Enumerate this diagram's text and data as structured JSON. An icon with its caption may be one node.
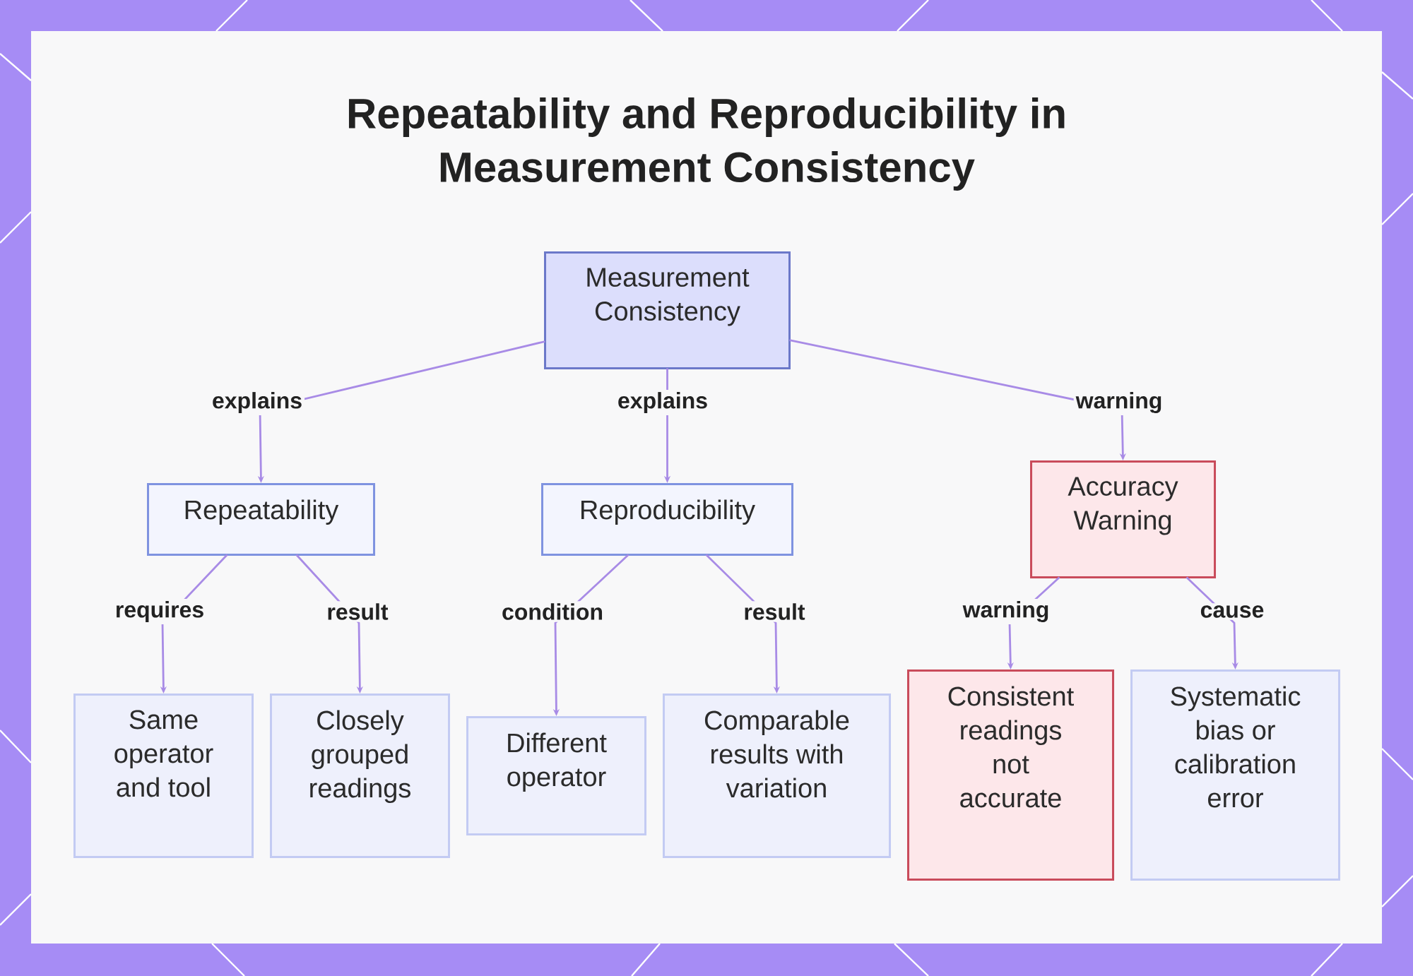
{
  "diagram": {
    "title": "Repeatability and Reproducibility in Measurement Consistency",
    "nodes": [
      {
        "text": [
          "Measurement Consistency"
        ]
      },
      {
        "text": [
          "Repeatability"
        ]
      },
      {
        "text": [
          "Reproducibility"
        ]
      },
      {
        "text": [
          "Accuracy Warning"
        ]
      },
      {
        "text": [
          "Same operator and tool"
        ]
      },
      {
        "text": [
          "Closely grouped readings"
        ]
      },
      {
        "text": [
          "Different operator"
        ]
      },
      {
        "text": [
          "Comparable results with variation"
        ]
      },
      {
        "text": [
          "Consistent readings not accurate"
        ]
      },
      {
        "text": [
          "Systematic bias or calibration error"
        ]
      }
    ],
    "edges": [
      {
        "from": 0,
        "to": 1,
        "arrow": "to",
        "label": "explains"
      },
      {
        "from": 0,
        "to": 2,
        "arrow": "to",
        "label": "explains"
      },
      {
        "from": 0,
        "to": 3,
        "arrow": "to",
        "label": "warning"
      },
      {
        "from": 1,
        "to": 4,
        "arrow": "to",
        "label": "requires"
      },
      {
        "from": 1,
        "to": 5,
        "arrow": "to",
        "label": "result"
      },
      {
        "from": 2,
        "to": 6,
        "arrow": "to",
        "label": "condition"
      },
      {
        "from": 2,
        "to": 7,
        "arrow": "to",
        "label": "result"
      },
      {
        "from": 3,
        "to": 8,
        "arrow": "to",
        "label": "warning"
      },
      {
        "from": 3,
        "to": 9,
        "arrow": "to",
        "label": "cause"
      }
    ]
  }
}
